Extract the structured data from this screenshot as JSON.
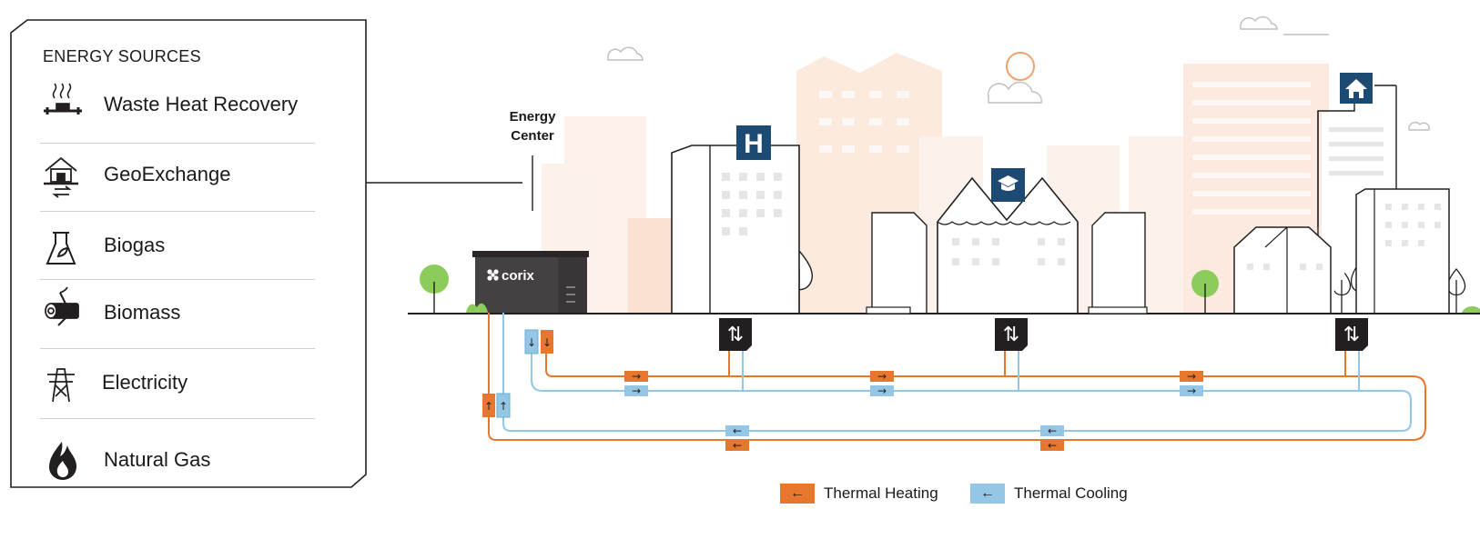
{
  "panel": {
    "title": "ENERGY SOURCES",
    "items": [
      {
        "label": "Waste Heat Recovery",
        "icon": "waste-heat-icon"
      },
      {
        "label": "GeoExchange",
        "icon": "geoexchange-icon"
      },
      {
        "label": "Biogas",
        "icon": "biogas-flask-icon"
      },
      {
        "label": "Biomass",
        "icon": "biomass-log-icon"
      },
      {
        "label": "Electricity",
        "icon": "power-tower-icon"
      },
      {
        "label": "Natural Gas",
        "icon": "flame-icon"
      }
    ]
  },
  "energy_center": {
    "label_line1": "Energy",
    "label_line2": "Center",
    "brand": "corix"
  },
  "buildings": [
    {
      "icon": "hospital-icon",
      "letter": "H"
    },
    {
      "icon": "school-icon"
    },
    {
      "icon": "home-icon"
    }
  ],
  "exchanger_symbol": "⇅",
  "arrows": {
    "right": "→",
    "left": "←",
    "up": "↑",
    "down": "↓"
  },
  "legend": {
    "heating_label": "Thermal Heating",
    "cooling_label": "Thermal Cooling",
    "symbol": "←"
  },
  "colors": {
    "heating": "#e8772e",
    "cooling": "#94c7e6",
    "dark": "#231f20",
    "navy": "#1d4a73",
    "green": "#8ccc5a",
    "background_peach": "#fbe4d6"
  }
}
